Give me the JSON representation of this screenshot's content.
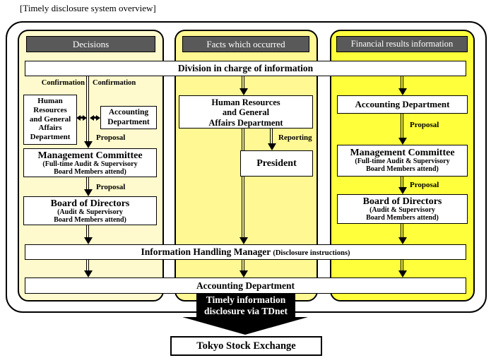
{
  "title": "[Timely disclosure system overview]",
  "col1": {
    "header": "Decisions",
    "confirmation_left": "Confirmation",
    "confirmation_right": "Confirmation",
    "hr_dept": "Human\nResources\nand General\nAffairs\nDepartment",
    "accounting": "Accounting\nDepartment",
    "proposal1": "Proposal",
    "mgmt_title": "Management Committee",
    "mgmt_sub": "(Full-time Audit & Supervisory\nBoard Members attend)",
    "proposal2": "Proposal",
    "board_title": "Board of Directors",
    "board_sub": "(Audit & Supervisory\nBoard Members attend)"
  },
  "col2": {
    "header": "Facts which occurred",
    "hr_dept": "Human Resources\nand General\nAffairs Department",
    "reporting": "Reporting",
    "president": "President"
  },
  "col3": {
    "header": "Financial results information",
    "accounting": "Accounting Department",
    "proposal1": "Proposal",
    "mgmt_title": "Management Committee",
    "mgmt_sub": "(Full-time Audit & Supervisory\nBoard Members attend)",
    "proposal2": "Proposal",
    "board_title": "Board of Directors",
    "board_sub": "(Audit & Supervisory\nBoard Members attend)"
  },
  "bars": {
    "division": "Division in charge of information",
    "ihm_main": "Information Handling Manager",
    "ihm_sub": "(Disclosure instructions)",
    "accounting": "Accounting Department"
  },
  "bottom": {
    "tdnet": "Timely information\ndisclosure via TDnet",
    "tse": "Tokyo Stock Exchange"
  },
  "colors": {
    "col1_bg": "#FFFACD",
    "col2_bg": "#FFF893",
    "col3_bg": "#FFFF3C",
    "header_bg": "#595959",
    "header_text": "#FFFFFF",
    "banner_bg": "#000000"
  }
}
